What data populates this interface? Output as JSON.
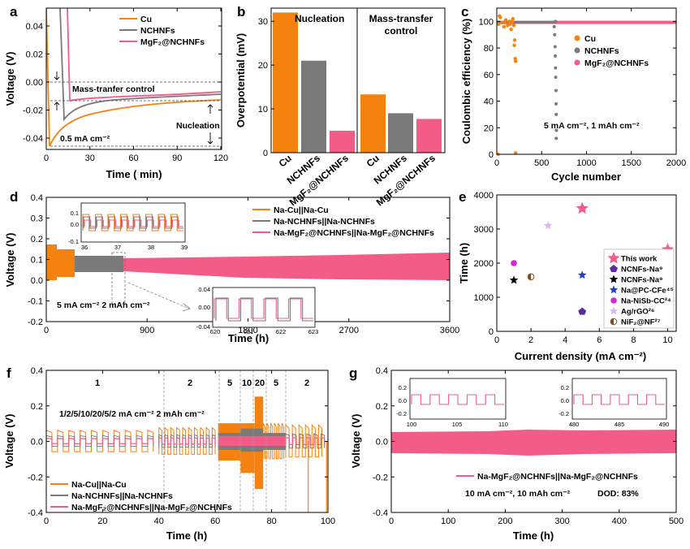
{
  "colors": {
    "cu": "#f5820f",
    "nchnfs": "#7a7a7a",
    "mgf2": "#f25c86"
  },
  "panels": {
    "a": "a",
    "b": "b",
    "c": "c",
    "d": "d",
    "e": "e",
    "f": "f",
    "g": "g"
  },
  "a": {
    "ylabel": "Voltage (V)",
    "xlabel": "Time ( min)",
    "xticks": [
      "0",
      "30",
      "60",
      "90",
      "120"
    ],
    "yticks": [
      "0.04",
      "0.02",
      "0.00",
      "-0.02",
      "-0.04"
    ],
    "legend": [
      "Cu",
      "NCHNFs",
      "MgF₂@NCHNFs"
    ],
    "ann_mass": "Mass-tranfer control",
    "ann_nuc": "Nucleation",
    "ann_cur": "0.5 mA cm⁻²"
  },
  "b": {
    "ylabel": "Overpotential (mV)",
    "yticks": [
      "0",
      "10",
      "20",
      "30"
    ],
    "section_nuc": "Nucleation",
    "section_mass_1": "Mass-transfer",
    "section_mass_2": "control",
    "categories": [
      "Cu",
      "NCHNFs",
      "MgF₂@NCHNFs",
      "Cu",
      "NCHNFs",
      "MgF₂@NCHNFs"
    ],
    "chart_data": {
      "type": "bar",
      "groups": [
        "Nucleation",
        "Mass-transfer control"
      ],
      "categories": [
        "Cu",
        "NCHNFs",
        "MgF₂@NCHNFs"
      ],
      "series": [
        {
          "name": "Nucleation",
          "values": [
            32,
            21,
            5
          ]
        },
        {
          "name": "Mass-transfer control",
          "values": [
            13.3,
            9,
            7.7
          ]
        }
      ],
      "ylim": [
        0,
        33
      ]
    }
  },
  "c": {
    "ylabel": "Coulombic efficiency (%)",
    "xlabel": "Cycle number",
    "xticks": [
      "0",
      "500",
      "1000",
      "1500",
      "2000"
    ],
    "yticks": [
      "0",
      "20",
      "40",
      "60",
      "80",
      "100"
    ],
    "legend": [
      "Cu",
      "NCHNFs",
      "MgF₂@NCHNFs"
    ],
    "ann": "5 mA cm⁻², 1 mAh cm⁻²"
  },
  "d": {
    "ylabel": "Voltage (V)",
    "xlabel": "Time (h)",
    "xticks": [
      "0",
      "900",
      "1800",
      "2700",
      "3600"
    ],
    "yticks": [
      "0.4",
      "0.3",
      "0.2",
      "0.1",
      "0.0",
      "-0.1",
      "-0.2"
    ],
    "legend": [
      "Na-Cu||Na-Cu",
      "Na-NCHNFs||Na-NCHNFs",
      "Na-MgF₂@NCHNFs||Na-MgF₂@NCHNFs"
    ],
    "ann": "5 mA cm⁻²    2 mAh cm⁻²",
    "inset1_xticks": [
      "36",
      "37",
      "38",
      "39"
    ],
    "inset1_yticks": [
      "0.1",
      "0.0",
      "-0.1"
    ],
    "inset2_xticks": [
      "620",
      "621",
      "622",
      "623"
    ],
    "inset2_yticks": [
      "0.04",
      "0.00",
      "-0.04"
    ]
  },
  "e": {
    "ylabel": "Time (h)",
    "xlabel": "Current density (mA cm⁻²)",
    "xticks": [
      "0",
      "2",
      "4",
      "6",
      "8",
      "10"
    ],
    "yticks": [
      "0",
      "1000",
      "2000",
      "3000",
      "4000"
    ],
    "legend": [
      "This work",
      "NCNFs-Na⁹",
      "NCNFs-Na⁹",
      "Na@PC-CFe⁴⁵",
      "Na-NiSb-CC²⁴",
      "Ag/rGO²⁶",
      "NiF₂@NF²⁷"
    ],
    "chart_data": {
      "type": "scatter",
      "xlim": [
        0,
        10.5
      ],
      "ylim": [
        0,
        4000
      ],
      "series": [
        {
          "name": "This work",
          "points": [
            [
              5,
              3600
            ],
            [
              10,
              2400
            ]
          ]
        },
        {
          "name": "NCNFs-Na⁹",
          "points": [
            [
              5,
              580
            ]
          ]
        },
        {
          "name": "NCNFs-Na⁹",
          "points": [
            [
              1,
              1500
            ]
          ]
        },
        {
          "name": "Na@PC-CFe⁴⁵",
          "points": [
            [
              5,
              1650
            ]
          ]
        },
        {
          "name": "Na-NiSb-CC²⁴",
          "points": [
            [
              1,
              2000
            ]
          ]
        },
        {
          "name": "Ag/rGO²⁶",
          "points": [
            [
              3,
              3100
            ]
          ]
        },
        {
          "name": "NiF₂@NF²⁷",
          "points": [
            [
              2,
              1600
            ]
          ]
        }
      ]
    }
  },
  "f": {
    "ylabel": "Voltage (V)",
    "xlabel": "Time (h)",
    "xticks": [
      "0",
      "20",
      "40",
      "60",
      "80",
      "100"
    ],
    "yticks": [
      "0.4",
      "0.2",
      "0.0",
      "-0.2",
      "-0.4"
    ],
    "segments": [
      "1",
      "2",
      "5",
      "10",
      "20",
      "5",
      "2"
    ],
    "ann": "1/2/5/10/20/5/2 mA cm⁻²   2 mAh cm⁻²",
    "legend": [
      "Na-Cu||Na-Cu",
      "Na-NCHNFs||Na-NCHNFs",
      "Na-MgF₂@NCHNFs||Na-MgF₂@NCHNFs"
    ]
  },
  "g": {
    "ylabel": "Voltage (V)",
    "xlabel": "Time (h)",
    "xticks": [
      "0",
      "100",
      "200",
      "300",
      "400",
      "500"
    ],
    "yticks": [
      "0.4",
      "0.2",
      "0.0",
      "-0.2",
      "-0.4"
    ],
    "legend": [
      "Na-MgF₂@NCHNFs||Na-MgF₂@NCHNFs"
    ],
    "ann1": "10 mA cm⁻², 10 mAh cm⁻²",
    "ann2": "DOD: 83%",
    "inset1_xticks": [
      "100",
      "105",
      "110"
    ],
    "inset1_yticks": [
      "0.2",
      "0.0",
      "-0.2"
    ],
    "inset2_xticks": [
      "480",
      "485",
      "490"
    ],
    "inset2_yticks": [
      "0.2",
      "0.0",
      "-0.2"
    ]
  }
}
